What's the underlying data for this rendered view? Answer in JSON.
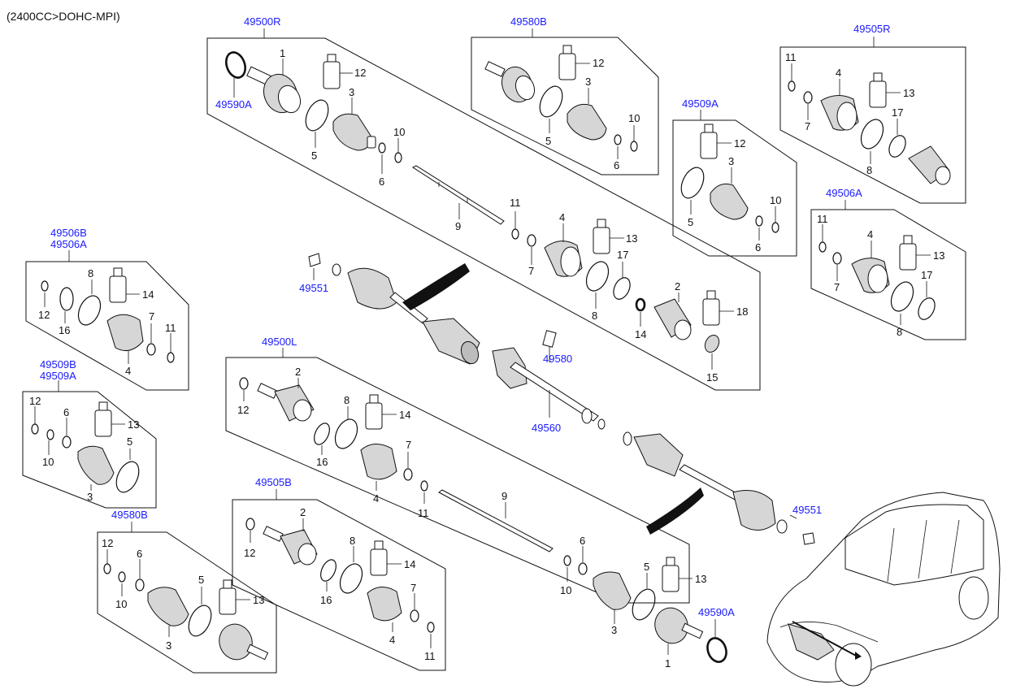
{
  "header": {
    "engine_spec": "(2400CC>DOHC-MPI)"
  },
  "parts": {
    "p49500R": "49500R",
    "p49580B_top": "49580B",
    "p49505R": "49505R",
    "p49590A_top": "49590A",
    "p49509A_mid": "49509A",
    "p49506B": "49506B",
    "p49506A_left": "49506A",
    "p49506A_right": "49506A",
    "p49551_top": "49551",
    "p49580": "49580",
    "p49560": "49560",
    "p49509B": "49509B",
    "p49509A_left": "49509A",
    "p49500L": "49500L",
    "p49505B": "49505B",
    "p49580B_bottom": "49580B",
    "p49551_bottom": "49551",
    "p49590A_bottom": "49590A"
  },
  "numbers": {
    "n1": "1",
    "n2": "2",
    "n3": "3",
    "n4": "4",
    "n5": "5",
    "n6": "6",
    "n7": "7",
    "n8": "8",
    "n9": "9",
    "n10": "10",
    "n11": "11",
    "n12": "12",
    "n13": "13",
    "n14": "14",
    "n15": "15",
    "n16": "16",
    "n17": "17",
    "n18": "18"
  },
  "icons": {
    "bottle": "grease-bottle-icon",
    "ring": "retaining-ring-icon",
    "boot": "cv-boot-icon",
    "joint": "cv-joint-icon",
    "shaft": "drive-shaft-icon",
    "vehicle": "suv-vehicle-icon"
  }
}
